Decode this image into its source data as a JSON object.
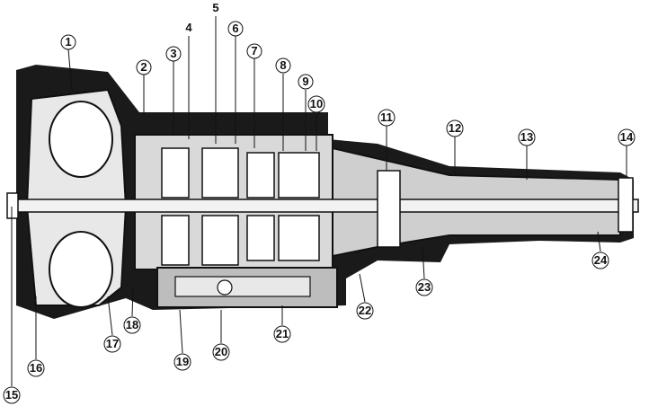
{
  "diagram": {
    "callouts": [
      "1",
      "2",
      "3",
      "4",
      "5",
      "6",
      "7",
      "8",
      "9",
      "10",
      "11",
      "12",
      "13",
      "14",
      "15",
      "16",
      "17",
      "18",
      "19",
      "20",
      "21",
      "22",
      "23",
      "24"
    ],
    "circled": [
      "1",
      "2",
      "3",
      "6",
      "7",
      "8",
      "9",
      "10",
      "11",
      "12",
      "13",
      "14",
      "15",
      "16",
      "17",
      "18",
      "19",
      "20",
      "21",
      "22",
      "23",
      "24"
    ],
    "colors": {
      "ink": "#111111",
      "paper": "#ffffff",
      "section": "#1a1a1a"
    }
  }
}
